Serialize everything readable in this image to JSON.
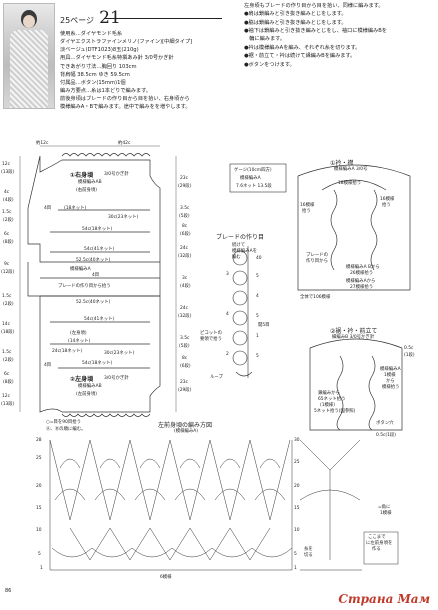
{
  "header": {
    "page_ref": "25ページ",
    "number": "21"
  },
  "specs": [
    "使用糸…ダイヤモンド毛糸",
    "ダイヤエクストラファインメリノ(ファイン)[中細タイプ]",
    "淡ベージュ(DTF1023)8玉(210g)",
    "用具…ダイヤモンド毛糸特撰あみ針 3/0号かぎ針",
    "できあがり寸法…胸回り 103cm",
    "背肩幅 38.5cm ゆき 59.5cm",
    "付属品…ボタン(15mm)1個",
    "編み方要点…糸は1本どりで編みます。",
    "前後身頃はブレードの作り目から目を拾い、右身頃から",
    "模様編みA・Bで編みます。途中で編みをを増やします。"
  ],
  "process": [
    "左身頃もブレードの作り目から目を拾い、同様に編みます。",
    "●肩は鎖編みと引き抜き編みとじをします。",
    "●脇は鎖編みと引き抜き編みとじをします。",
    "●袖下は鎖編みと引き抜き編みとじをし、袖口に模様編みBを",
    "　輪に編みます。",
    "●衿は模様編みAを編み、それぞれ糸を切ります。",
    "●裾・前立て・衿は続けて縁編みBを編みます。",
    "●ボタンをつけます。"
  ],
  "left_diagram": {
    "top_left": "約12c",
    "top_right": "約42c",
    "right_front_title": "①右身頃",
    "right_front_hook": "3/0号かぎ針",
    "pattern_ab": "模様編みAB",
    "right_front_label": "(右前身頃)",
    "left_front_title": "②左身頃",
    "left_front_hook": "3/0号かぎ針",
    "left_front_label": "(左前身頃)",
    "center_label": "(左身頃)",
    "braid_note": "ブレードの作り目から拾う",
    "stitch_4": "4目",
    "side_labels": [
      "12c",
      "(13段)",
      "4c",
      "(4段)",
      "1.5c",
      "(2段)",
      "6c",
      "(8段)",
      "9c",
      "(12段)",
      "1.5c",
      "(2段)",
      "14c",
      "(18段)",
      "1.5c",
      "(2段)",
      "6c",
      "(8段)",
      "12c",
      "(13段)"
    ],
    "inner_labels": [
      "(18ネット)",
      "54c(18ネット)",
      "30c(23ネット)",
      "54c(41ネット)",
      "52.5c(40ネット)",
      "4目",
      "52.5c(40ネット)",
      "54c(41ネット)",
      "(14ネット)",
      "24c(18ネット)",
      "30c(23ネット)",
      "54c(18ネット)"
    ],
    "right_labels": [
      "23c",
      "(29段)",
      "3.5c",
      "(5段)",
      "8c",
      "(6段)",
      "24c",
      "(32段)",
      "3c",
      "(4段)",
      "24c",
      "(32段)",
      "3.5c",
      "(5段)",
      "8c",
      "(6段)",
      "23c",
      "(29段)"
    ],
    "legend_1": "○=目を90目拾う",
    "legend_2": "Ⓐ、Ⓑの順に編む。",
    "pattern_a": "模様編みA"
  },
  "gauge": {
    "title": "ゲージ(10cm四方)",
    "line1": "模様編みA",
    "line2": "7.6ネット 13.5段"
  },
  "braid": {
    "title": "ブレードの作り目",
    "note1": "続けて",
    "note2": "模様編みAを",
    "note3": "編む",
    "label1": "ピコットの",
    "label2": "要領で拾う",
    "loop_label": "ループ",
    "nums": [
      "40",
      "5",
      "4",
      "5",
      "1",
      "5",
      "3",
      "4",
      "2"
    ],
    "stop_label": "開5目"
  },
  "collar": {
    "title": "①衿・襟",
    "sub": "模様編みA 3/0号",
    "top": "18模様拾う",
    "r1": "16模様",
    "r2": "拾う",
    "center1": "ブレードの",
    "center2": "作り目から",
    "bottom1": "模様編みA Bから",
    "bottom2": "26模様拾う",
    "bottom3": "模様編みAから",
    "bottom4": "27模様拾う",
    "whole": "全体で106模様",
    "left1": "16模様",
    "left2": "拾う"
  },
  "front": {
    "title": "②裾・衿・前立て",
    "sub1": "縁編みB 3/0号かぎ針",
    "right1": "0.5c",
    "right2": "(1段)",
    "a1": "模様編みA",
    "a2": "1模様",
    "a3": "から",
    "a4": "模様拾う",
    "mid1": "鎖編みから",
    "mid2": "65ネット拾う",
    "mid3": "(1模様)",
    "mid4": "5ネット拾う(図参照)",
    "bottom1": "ボタン穴",
    "bottom2": "0.5c(1段)"
  },
  "stitch_chart": {
    "title": "左前身頃の編み方図",
    "subtitle": "(模様編みA)",
    "rows": [
      "28",
      "25",
      "20",
      "15",
      "10",
      "5",
      "1"
    ],
    "right_rows": [
      "30",
      "25",
      "20",
      "15",
      "10",
      "5",
      "1"
    ],
    "note_right1": "=角に",
    "note_right2": "1模様",
    "note_bottom1": "ここまで",
    "note_bottom2": "に左前身頃を",
    "note_bottom3": "作る",
    "pattern_repeat": "6模様",
    "bottom_left": "糸を",
    "bottom_left2": "切る"
  },
  "page_number": "86",
  "watermark": "Страна Мам"
}
